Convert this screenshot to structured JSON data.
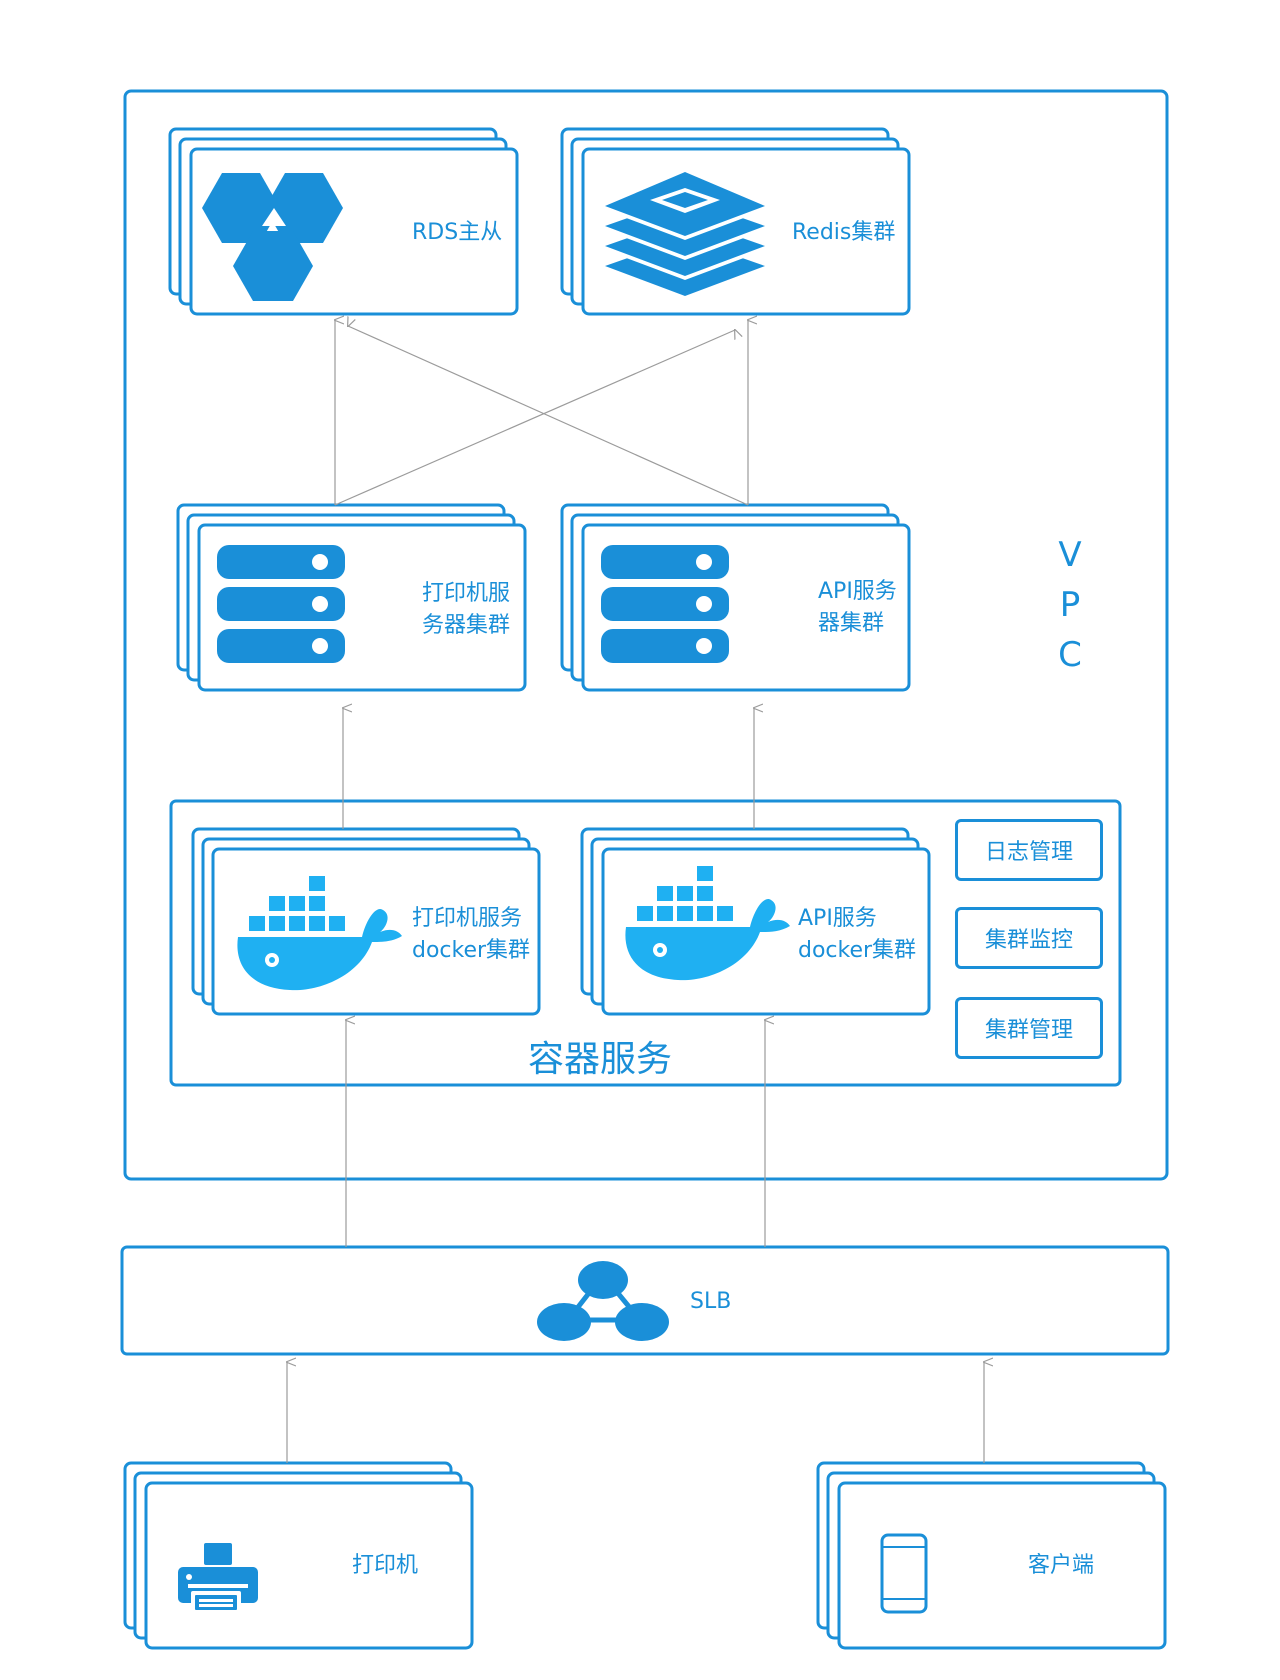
{
  "colors": {
    "accent": "#1a8fd8",
    "docker": "#1fb0f2",
    "arrow": "#9b9b9b"
  },
  "rds": {
    "label": "RDS主从",
    "icon": "hexagon-cluster-icon"
  },
  "redis": {
    "label": "Redis集群",
    "icon": "redis-stack-icon"
  },
  "printer_servers": {
    "line1": "打印机服",
    "line2": "务器集群",
    "icon": "server-stack-icon"
  },
  "api_servers": {
    "line1": "API服务",
    "line2": "器集群",
    "icon": "server-stack-icon"
  },
  "vpc": {
    "letters": [
      "V",
      "P",
      "C"
    ]
  },
  "container_service": {
    "title": "容器服务",
    "printer_docker": {
      "line1": "打印机服务",
      "line2": "docker集群",
      "icon": "docker-whale-icon"
    },
    "api_docker": {
      "line1": "API服务",
      "line2": "docker集群",
      "icon": "docker-whale-icon"
    },
    "tools": [
      "日志管理",
      "集群监控",
      "集群管理"
    ]
  },
  "slb": {
    "label": "SLB",
    "icon": "load-balancer-icon"
  },
  "printer_client": {
    "label": "打印机",
    "icon": "printer-icon"
  },
  "customer_client": {
    "label": "客户端",
    "icon": "mobile-phone-icon"
  }
}
